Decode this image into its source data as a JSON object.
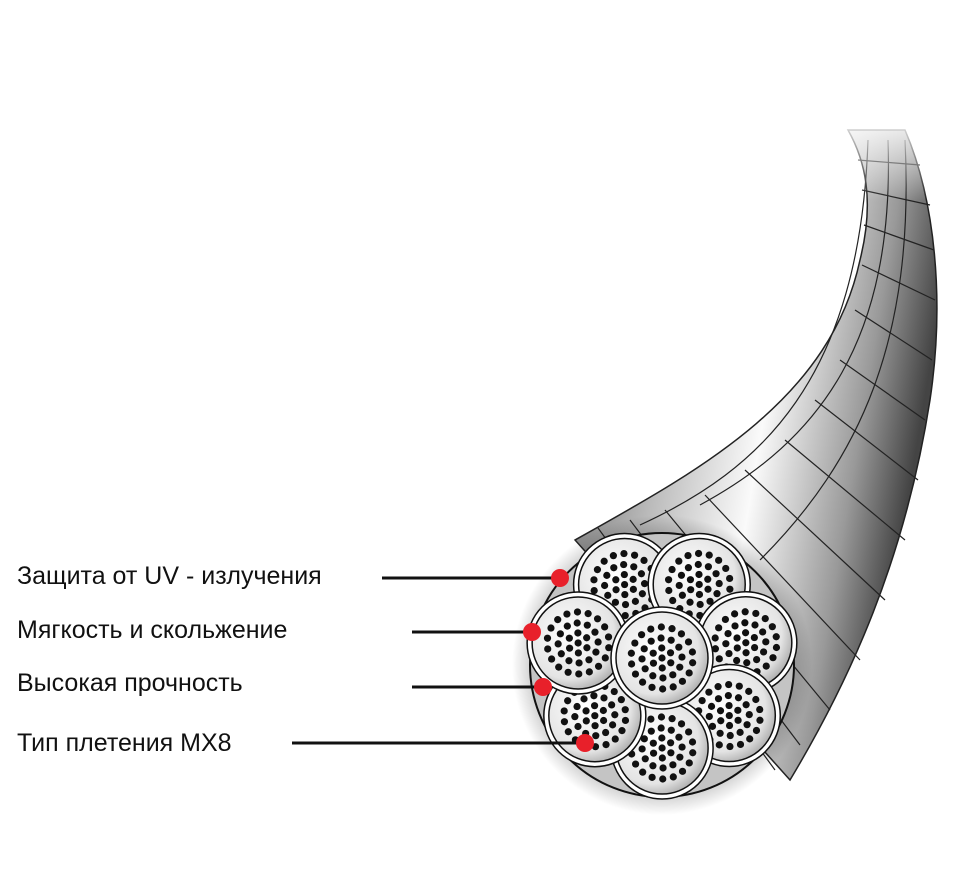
{
  "labels": [
    {
      "text": "Защита от UV - излучения"
    },
    {
      "text": "Мягкость и скольжение"
    },
    {
      "text": "Высокая прочность"
    },
    {
      "text": "Тип плетения MX8"
    }
  ],
  "colors": {
    "marker": "#e8202a",
    "line": "#111111",
    "strand_fill": "#f2f2f2",
    "sheath": "#bdbdbd"
  },
  "strand_count_outer": 7
}
